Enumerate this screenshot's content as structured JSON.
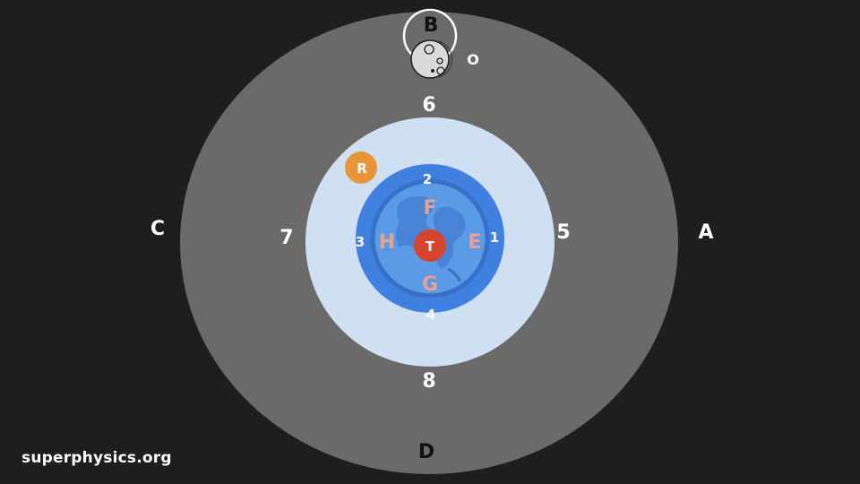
{
  "labels": {
    "outer_right": "A",
    "outer_top": "B",
    "outer_left": "C",
    "outer_bottom": "D",
    "moon_side": "O",
    "mid_top": "6",
    "mid_right": "5",
    "mid_left": "7",
    "mid_bottom": "8",
    "inner_top": "2",
    "inner_right": "1",
    "inner_left": "3",
    "inner_bottom": "4",
    "earth_top": "F",
    "earth_right": "E",
    "earth_left": "H",
    "earth_bottom": "G",
    "core": "T",
    "orange_body": "R"
  },
  "brand": "superphysics.org",
  "colors": {
    "background": "#1e1e1e",
    "outer_ring": "#6a6a6a",
    "light_ring": "#cfe0f2",
    "earth_ring": "#3f80e0",
    "earth_globe": "#5b9be6",
    "core": "#d6442c",
    "orange_body": "#e8953a",
    "earth_letters": "#e9a08f",
    "moon": "#d9d9d9",
    "text": "#ffffff",
    "dark_text": "#111111"
  },
  "icons": [
    "moon-icon",
    "globe-icon"
  ]
}
